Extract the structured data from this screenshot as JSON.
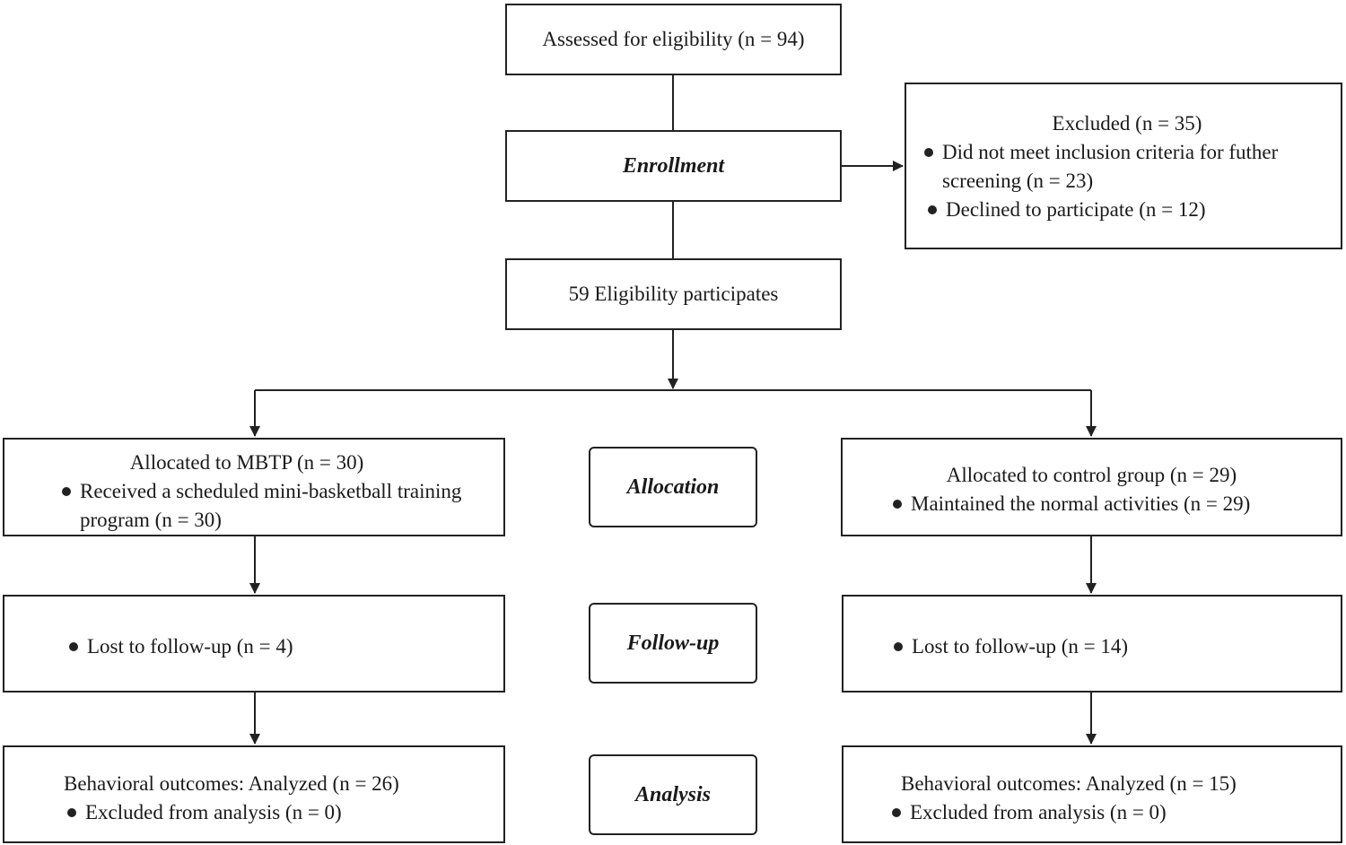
{
  "diagram": {
    "assessed": "Assessed for eligibility (n = 94)",
    "enrollment": "Enrollment",
    "excluded": {
      "title": "Excluded (n = 35)",
      "items": [
        "Did not meet inclusion criteria for futher screening (n = 23)",
        "Declined to participate (n = 12)"
      ]
    },
    "eligible": "59 Eligibility participates",
    "stages": {
      "allocation": "Allocation",
      "follow_up": "Follow-up",
      "analysis": "Analysis"
    },
    "mbtp": {
      "allocated_title": "Allocated to MBTP (n = 30)",
      "allocated_item": "Received a scheduled mini-basketball training program (n = 30)",
      "lost": "Lost to follow-up (n = 4)",
      "analyzed_title": "Behavioral outcomes: Analyzed (n = 26)",
      "analyzed_item": "Excluded from analysis (n = 0)"
    },
    "control": {
      "allocated_title": "Allocated to control group (n = 29)",
      "allocated_item": "Maintained the normal activities (n = 29)",
      "lost": "Lost to follow-up (n = 14)",
      "analyzed_title": "Behavioral outcomes: Analyzed (n = 15)",
      "analyzed_item": "Excluded from analysis (n = 0)"
    }
  }
}
